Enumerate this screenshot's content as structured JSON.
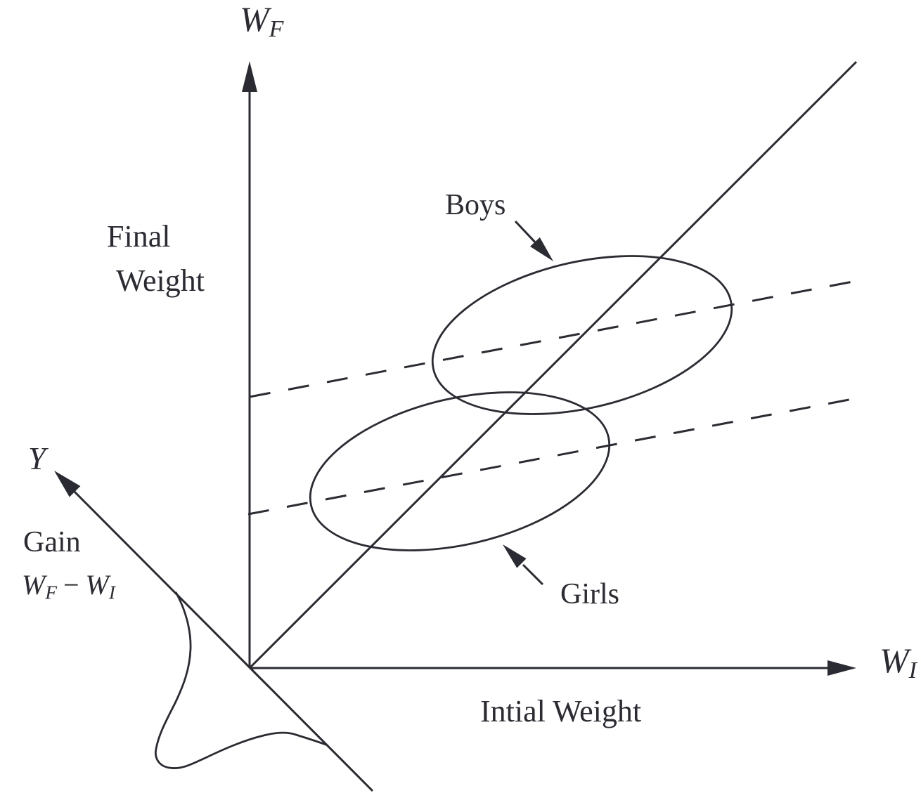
{
  "figure": {
    "background_color": "#ffffff",
    "ink_color": "#2b2b33",
    "final_weight_axis": {
      "symbol": "W",
      "subscript": "F",
      "caption_line1": "Final",
      "caption_line2": "Weight"
    },
    "initial_weight_axis": {
      "symbol": "W",
      "subscript": "I",
      "caption": "Intial Weight"
    },
    "gain_axis": {
      "symbol": "Y",
      "caption": "Gain",
      "formula": {
        "term1_base": "W",
        "term1_sub": "F",
        "operator": "−",
        "term2_base": "W",
        "term2_sub": "I"
      }
    },
    "groups": {
      "boys_label": "Boys",
      "girls_label": "Girls"
    }
  }
}
